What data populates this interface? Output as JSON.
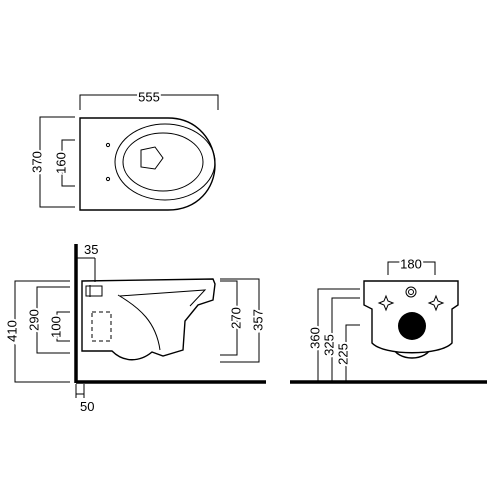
{
  "dimensions": {
    "top_width": "555",
    "top_height": "370",
    "top_seat": "160",
    "side_offset_top": "35",
    "side_total_height": "410",
    "side_height_290": "290",
    "side_height_100": "100",
    "side_height_270": "270",
    "side_height_357": "357",
    "side_wall_offset": "50",
    "front_width": "180",
    "front_height_360": "360",
    "front_height_325": "325",
    "front_height_225": "225"
  }
}
